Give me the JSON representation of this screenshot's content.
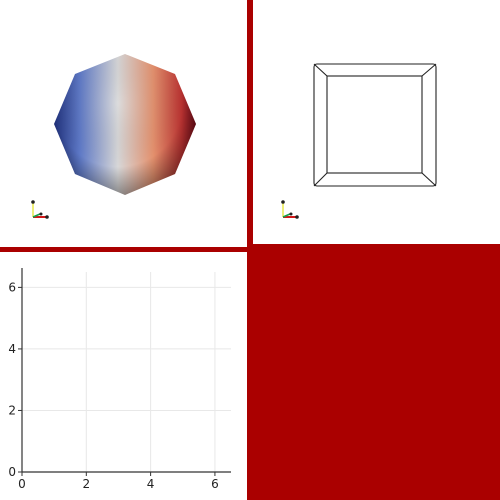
{
  "app": {
    "layout": "2x2 viewports",
    "accent_color": "#AA0000"
  },
  "viewports": {
    "render_sphere": {
      "object": "sphere-octagon",
      "gradient_colors": [
        "#2b3d8e",
        "#d9d3cf",
        "#b0262b"
      ]
    },
    "render_box": {
      "object": "wireframe-box"
    },
    "empty_view": {
      "background": "#AA0000"
    }
  },
  "chart_data": {
    "type": "line",
    "series": [],
    "xlim": [
      0,
      6.5
    ],
    "ylim": [
      0,
      6.5
    ],
    "xticks": [
      0,
      2,
      4,
      6
    ],
    "yticks": [
      0,
      2,
      4,
      6
    ],
    "xtick_labels": [
      "0",
      "2",
      "4",
      "6"
    ],
    "ytick_labels": [
      "0",
      "2",
      "4",
      "6"
    ],
    "grid": true
  }
}
